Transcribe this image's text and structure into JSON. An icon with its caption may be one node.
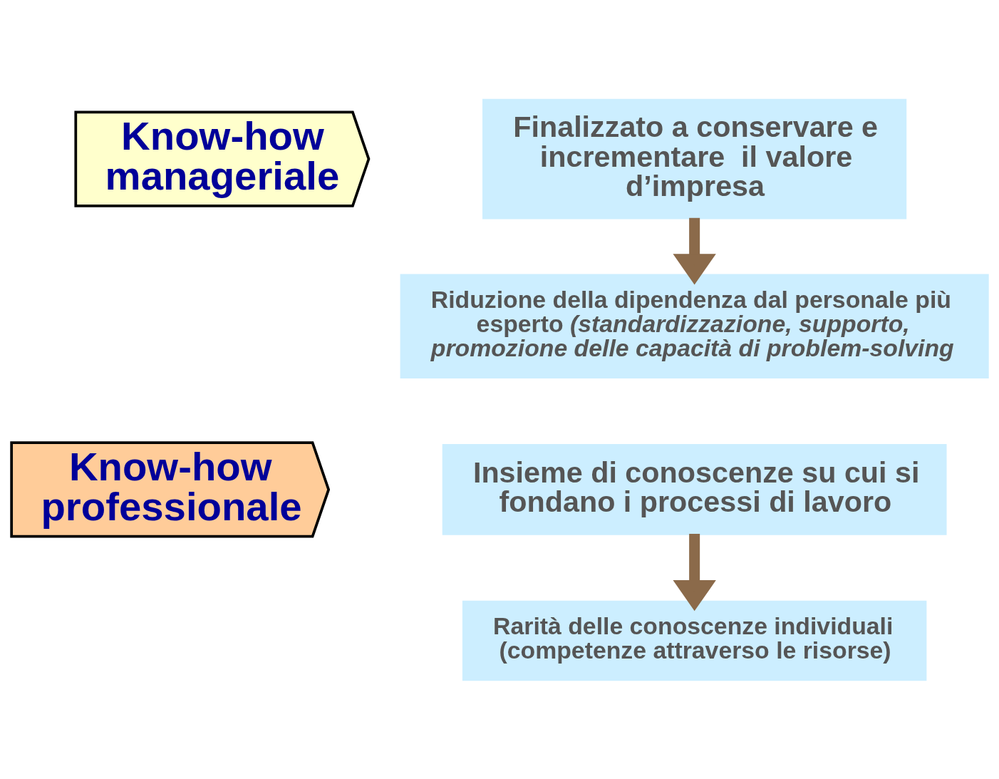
{
  "diagram": {
    "nodes": [
      {
        "text": [
          "Know-how manageriale"
        ]
      },
      {
        "text": [
          "Finalizzato a conservare e incrementare  il valore d’impresa"
        ]
      },
      {
        "text": [
          "Riduzione della dipendenza dal personale più esperto *(standardizzazione, supporto, promozione delle capacità di problem-solving*"
        ]
      },
      {
        "text": [
          "Know-how professionale"
        ]
      },
      {
        "text": [
          "Insieme di conoscenze su cui si fondano i processi di lavoro"
        ]
      },
      {
        "text": [
          "Rarità delle conoscenze individuali (competenze attraverso le risorse)"
        ]
      }
    ],
    "edges": [
      {
        "from": 1,
        "to": 2,
        "arrow": "to"
      },
      {
        "from": 4,
        "to": 5,
        "arrow": "to"
      }
    ]
  }
}
